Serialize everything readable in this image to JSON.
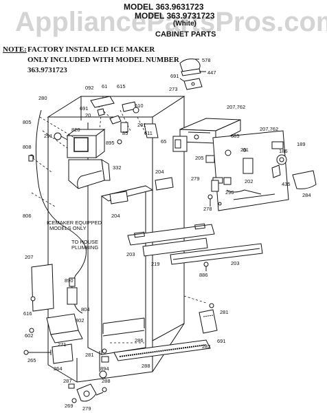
{
  "watermark": "AppliancePartsPros.com",
  "header": {
    "model1": "MODEL 363.9631723",
    "model2": "MODEL 363.9731723",
    "color_note": "(White)",
    "section": "CABINET PARTS"
  },
  "note": {
    "label": "NOTE:",
    "line1": "FACTORY INSTALLED ICE MAKER",
    "line2": "ONLY INCLUDED WITH MODEL NUMBER",
    "line3": "363.9731723"
  },
  "callouts": {
    "c578": "578",
    "c447": "447",
    "c691a": "691",
    "c273": "273",
    "c092": "092",
    "c61": "61",
    "c615": "615",
    "c691b": "691",
    "c610": "610",
    "c201": "201",
    "c85": "85",
    "c611": "611",
    "c207a": "207,762",
    "c685": "685",
    "c207b": "207,762",
    "c280": "280",
    "c805": "805",
    "c20": "20",
    "c291": "291",
    "c820": "820",
    "c895": "895",
    "c65": "65",
    "c211": "211",
    "c186": "186",
    "c189": "189",
    "c808": "808",
    "c332": "332",
    "c204a": "204",
    "c205a": "205",
    "c202": "202",
    "c296": "296",
    "c435": "435",
    "c279a": "279",
    "c806": "806",
    "c204b": "204",
    "c278": "278",
    "c284": "284",
    "c203a": "203",
    "c219": "219",
    "c203b": "203",
    "c207c": "207",
    "c886": "886",
    "c890": "890",
    "c616": "616",
    "c804": "804",
    "c802": "802",
    "c602": "602",
    "c271": "271",
    "c281a": "281",
    "c282": "282",
    "c691c": "691",
    "c286": "286",
    "c281b": "281",
    "c894": "894",
    "c288": "288",
    "c265": "265",
    "c264": "264",
    "c287": "287",
    "c288b": "288",
    "c269": "269",
    "c279b": "279"
  },
  "labels": {
    "icemaker1": "ICEMAKER EQUIPPED",
    "icemaker2": "MODELS ONLY",
    "plumb1": "TO HOUSE",
    "plumb2": "PLUMBING"
  }
}
